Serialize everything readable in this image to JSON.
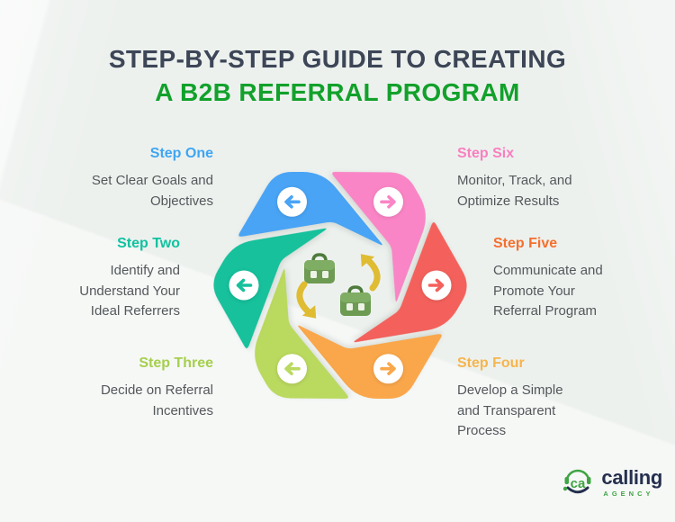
{
  "colors": {
    "bg": "#edf1ee",
    "title1": "#3c4657",
    "title2": "#12a12b",
    "text": "#54585b",
    "brand": "#25304e",
    "accent": "#3fa443"
  },
  "title": {
    "line1": "STEP-BY-STEP GUIDE TO CREATING",
    "line2": "A B2B REFERRAL PROGRAM"
  },
  "steps": [
    {
      "label": "Step One",
      "label_color": "#3ea6f3",
      "lines": [
        "Set Clear Goals and",
        "Objectives"
      ],
      "column": "left"
    },
    {
      "label": "Step Two",
      "label_color": "#10c2a0",
      "lines": [
        "Identify and",
        "Understand Your",
        "Ideal Referrers"
      ],
      "column": "left"
    },
    {
      "label": "Step Three",
      "label_color": "#a5cf4d",
      "lines": [
        "Decide on Referral",
        "Incentives"
      ],
      "column": "left"
    },
    {
      "label": "Step Four",
      "label_color": "#f6b54c",
      "lines": [
        "Develop a Simple",
        "and Transparent",
        "Process"
      ],
      "column": "right"
    },
    {
      "label": "Step Five",
      "label_color": "#f56f2e",
      "lines": [
        "Communicate and",
        "Promote Your",
        "Referral Program"
      ],
      "column": "right"
    },
    {
      "label": "Step Six",
      "label_color": "#f97fc0",
      "lines": [
        "Monitor, Track, and",
        "Optimize Results"
      ],
      "column": "right"
    }
  ],
  "diagram": {
    "type": "hexagonal-cycle",
    "segments": [
      {
        "position": "top-left",
        "step": "Step One",
        "color": "#49a4f5",
        "arrow": "left"
      },
      {
        "position": "top-right",
        "step": "Step Six",
        "color": "#fa85c6",
        "arrow": "right"
      },
      {
        "position": "right",
        "step": "Step Five",
        "color": "#f4615c",
        "arrow": "right"
      },
      {
        "position": "bottom-right",
        "step": "Step Four",
        "color": "#faa74b",
        "arrow": "right"
      },
      {
        "position": "bottom-left",
        "step": "Step Three",
        "color": "#bad95f",
        "arrow": "left"
      },
      {
        "position": "left",
        "step": "Step Two",
        "color": "#16c19c",
        "arrow": "left"
      }
    ],
    "badge_fill": "#ffffff",
    "center_icon": {
      "name": "briefcase-exchange-icon",
      "body_color": "#6d9b52",
      "lid_color": "#80ad64",
      "handle_color": "#4e7b3b",
      "clasp_color": "#eef3e7",
      "arrow_color": "#dfbc32"
    }
  },
  "logo": {
    "brand": "calling",
    "sub": "AGENCY"
  }
}
